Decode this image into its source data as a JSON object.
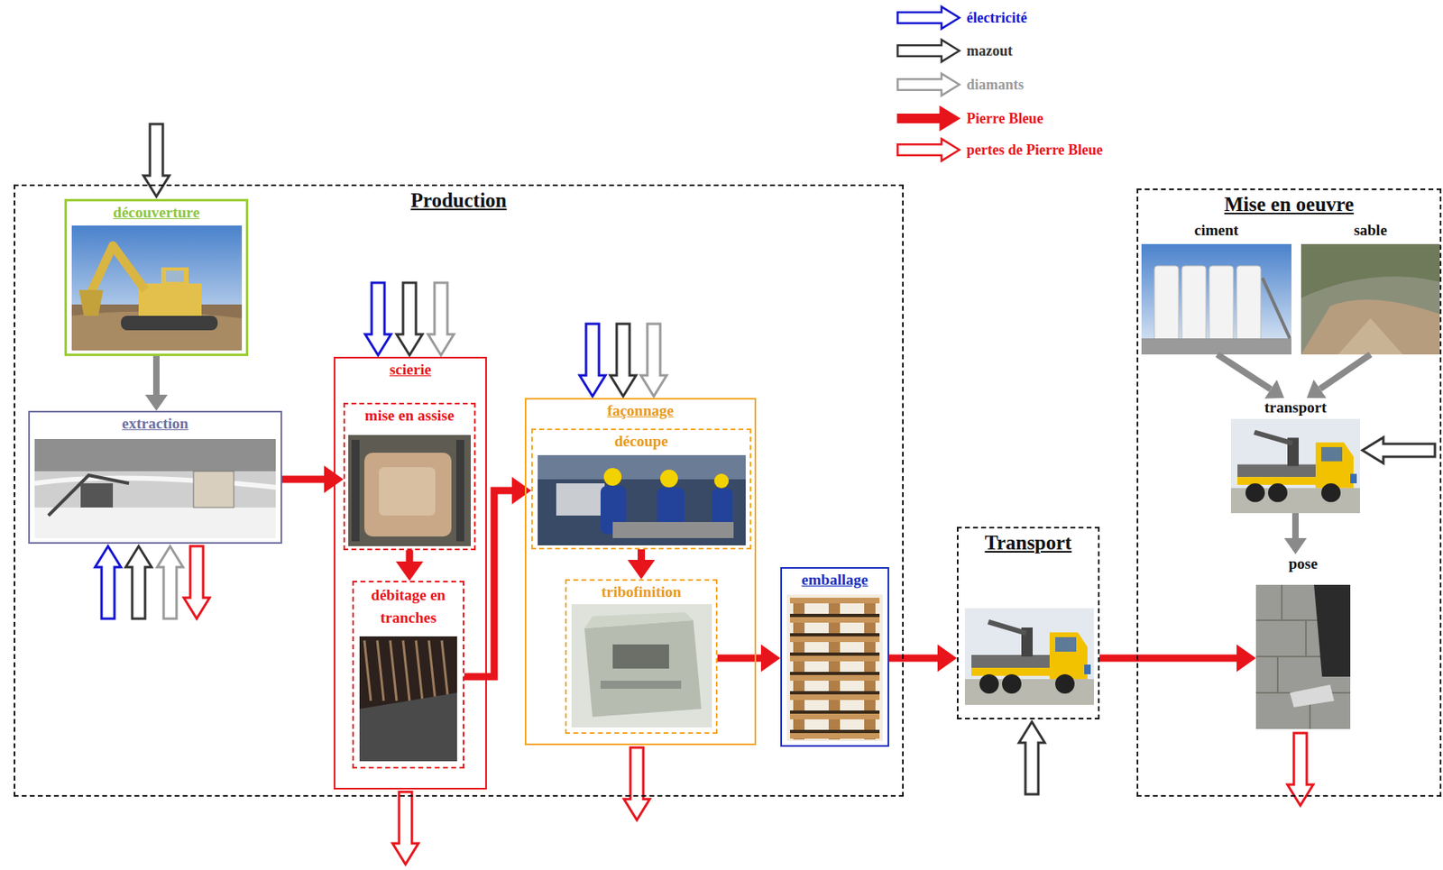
{
  "diagram": {
    "nodes": [
      {
        "text": [
          "Production"
        ]
      },
      {
        "text": [
          "découverture"
        ],
        "in": 0
      },
      {
        "text": [
          "extraction"
        ],
        "in": 0
      },
      {
        "text": [
          "scierie"
        ],
        "in": 0
      },
      {
        "text": [
          "mise en assise"
        ],
        "in": 3
      },
      {
        "text": [
          "débitage en tranches"
        ],
        "in": 3
      },
      {
        "text": [
          "façonnage"
        ],
        "in": 0
      },
      {
        "text": [
          "découpe"
        ],
        "in": 6
      },
      {
        "text": [
          "tribofinition"
        ],
        "in": 6
      },
      {
        "text": [
          "emballage"
        ],
        "in": 0
      },
      {
        "text": [
          "Transport"
        ]
      },
      {
        "text": [
          "Mise en oeuvre"
        ]
      },
      {
        "text": [
          "ciment"
        ],
        "in": 11
      },
      {
        "text": [
          "sable"
        ],
        "in": 11
      },
      {
        "text": [
          "transport"
        ],
        "in": 11
      },
      {
        "text": [
          "pose"
        ],
        "in": 11
      }
    ],
    "edges": [
      {
        "from": 1,
        "to": 2,
        "arrow": "to"
      },
      {
        "from": 2,
        "to": 4,
        "arrow": "to"
      },
      {
        "from": 4,
        "to": 5,
        "arrow": "to"
      },
      {
        "from": 5,
        "to": 7,
        "arrow": "to"
      },
      {
        "from": 7,
        "to": 8,
        "arrow": "to"
      },
      {
        "from": 8,
        "to": 9,
        "arrow": "to"
      },
      {
        "from": 9,
        "to": 10,
        "arrow": "to"
      },
      {
        "from": 10,
        "to": 15,
        "arrow": "to"
      },
      {
        "from": 12,
        "to": 14,
        "arrow": "to"
      },
      {
        "from": 13,
        "to": 14,
        "arrow": "to"
      },
      {
        "from": 14,
        "to": 15,
        "arrow": "to"
      }
    ],
    "legend": [
      {
        "text": "électricité"
      },
      {
        "text": "mazout"
      },
      {
        "text": "diamants"
      },
      {
        "text": "Pierre Bleue"
      },
      {
        "text": "pertes de Pierre Bleue"
      }
    ]
  }
}
